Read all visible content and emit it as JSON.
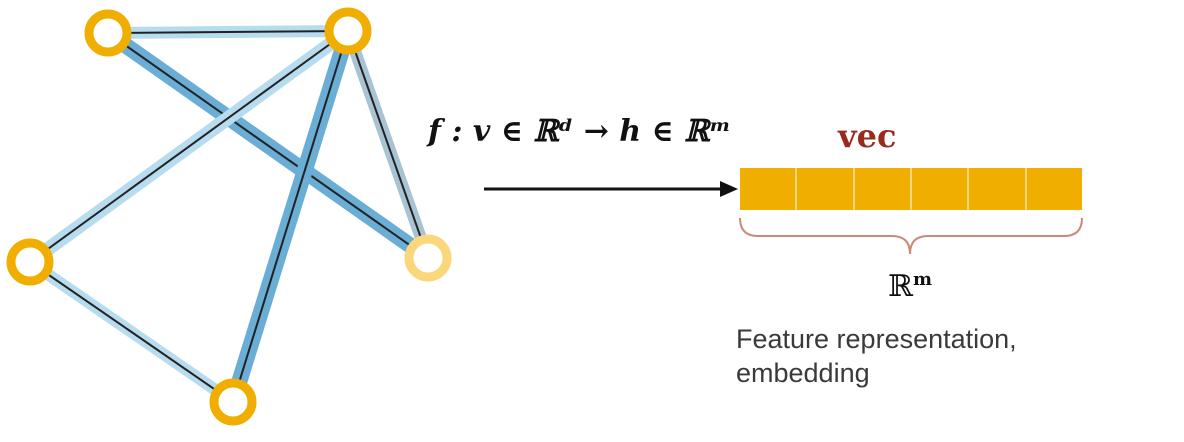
{
  "formula": {
    "text": "f : v ∈ ℝᵈ → h ∈ ℝᵐ"
  },
  "vector": {
    "label": "vec",
    "cells": 6,
    "color": "#f0ae00"
  },
  "space": {
    "base": "ℝ",
    "exponent": "m"
  },
  "caption": {
    "line1": "Feature representation,",
    "line2": "embedding"
  },
  "colors": {
    "node_ring": "#f0ae00",
    "node_ring_light": "#fbd77c",
    "edge_blue": "#6aaed6",
    "edge_light_blue": "#b7dcef",
    "edge_gray_blue": "#a8c4d4",
    "vec_label": "#9a2a1e"
  }
}
